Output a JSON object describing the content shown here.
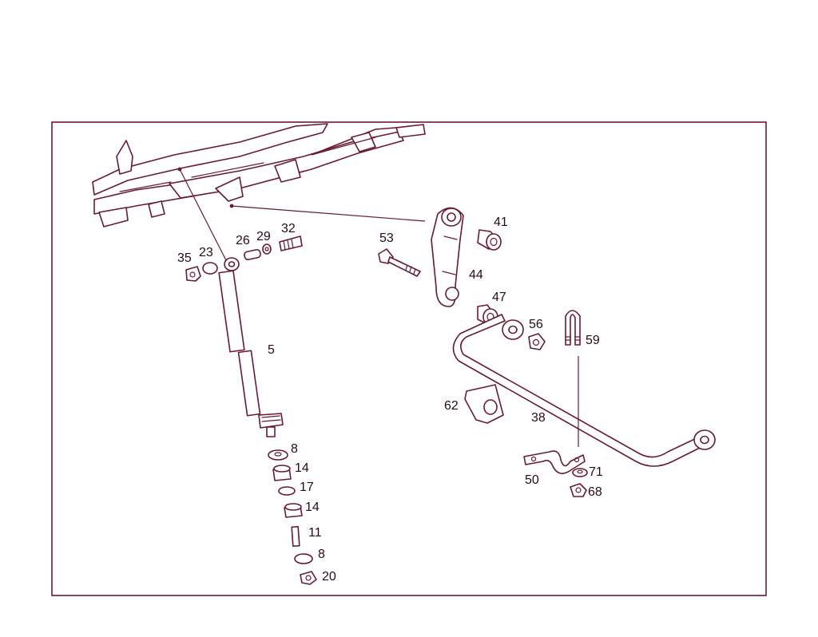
{
  "diagram": {
    "type": "exploded parts diagram",
    "parts": [
      {
        "id": "p5",
        "label": "5"
      },
      {
        "id": "p8a",
        "label": "8"
      },
      {
        "id": "p8b",
        "label": "8"
      },
      {
        "id": "p11",
        "label": "11"
      },
      {
        "id": "p14a",
        "label": "14"
      },
      {
        "id": "p14b",
        "label": "14"
      },
      {
        "id": "p17",
        "label": "17"
      },
      {
        "id": "p20",
        "label": "20"
      },
      {
        "id": "p23",
        "label": "23"
      },
      {
        "id": "p26",
        "label": "26"
      },
      {
        "id": "p29",
        "label": "29"
      },
      {
        "id": "p32",
        "label": "32"
      },
      {
        "id": "p35",
        "label": "35"
      },
      {
        "id": "p38",
        "label": "38"
      },
      {
        "id": "p41",
        "label": "41"
      },
      {
        "id": "p44",
        "label": "44"
      },
      {
        "id": "p47",
        "label": "47"
      },
      {
        "id": "p50",
        "label": "50"
      },
      {
        "id": "p53",
        "label": "53"
      },
      {
        "id": "p56",
        "label": "56"
      },
      {
        "id": "p59",
        "label": "59"
      },
      {
        "id": "p62",
        "label": "62"
      },
      {
        "id": "p68",
        "label": "68"
      },
      {
        "id": "p71",
        "label": "71"
      }
    ]
  }
}
